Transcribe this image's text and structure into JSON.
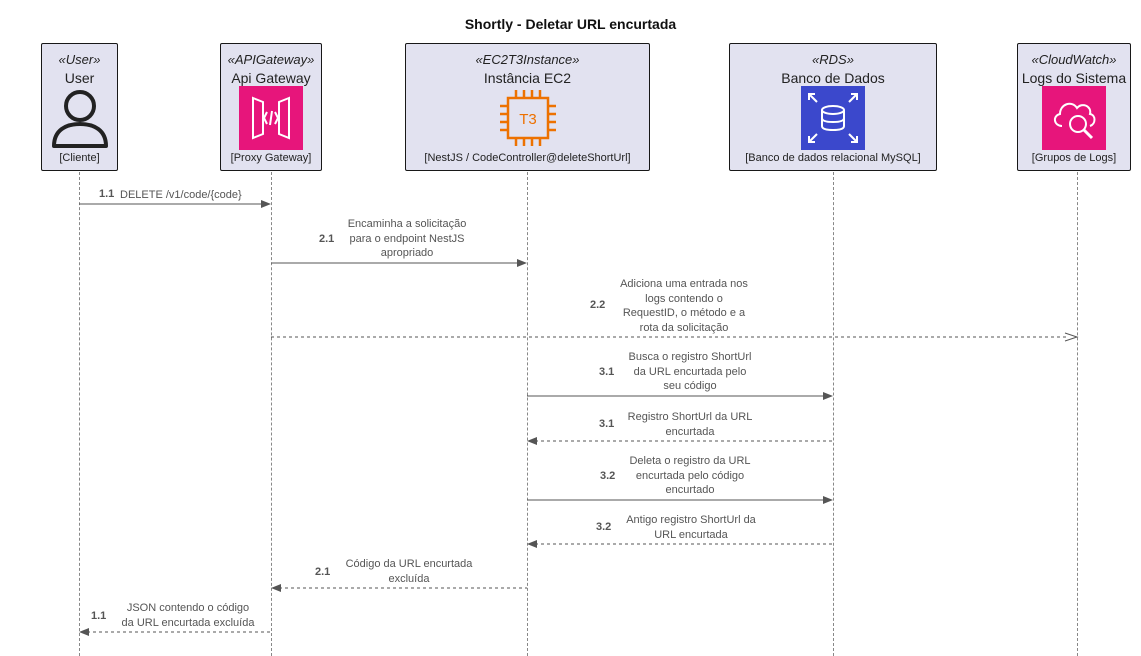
{
  "title": "Shortly - Deletar URL encurtada",
  "participants": [
    {
      "stereotype": "«User»",
      "name": "User",
      "desc": "[Cliente]",
      "icon": "user-icon"
    },
    {
      "stereotype": "«APIGateway»",
      "name": "Api Gateway",
      "desc": "[Proxy Gateway]",
      "icon": "api-gateway-icon"
    },
    {
      "stereotype": "«EC2T3Instance»",
      "name": "Instância EC2",
      "desc": "[NestJS / CodeController@deleteShortUrl]",
      "icon": "ec2-t3-icon",
      "icon_text": "T3"
    },
    {
      "stereotype": "«RDS»",
      "name": "Banco de Dados",
      "desc": "[Banco de dados relacional MySQL]",
      "icon": "rds-database-icon"
    },
    {
      "stereotype": "«CloudWatch»",
      "name": "Logs do Sistema",
      "desc": "[Grupos de Logs]",
      "icon": "cloudwatch-logs-icon"
    }
  ],
  "messages": [
    {
      "seq": "1.1",
      "lines": [
        "DELETE /v1/code/{code}"
      ]
    },
    {
      "seq": "2.1",
      "lines": [
        "Encaminha a solicitação",
        "para o endpoint NestJS",
        "apropriado"
      ]
    },
    {
      "seq": "2.2",
      "lines": [
        "Adiciona uma entrada nos",
        "logs contendo o",
        "RequestID, o método e a",
        "rota da solicitação"
      ]
    },
    {
      "seq": "3.1",
      "lines": [
        "Busca o registro ShortUrl",
        "da URL encurtada pelo",
        "seu código"
      ]
    },
    {
      "seq": "3.1",
      "lines": [
        "Registro ShortUrl da URL",
        "encurtada"
      ]
    },
    {
      "seq": "3.2",
      "lines": [
        "Deleta o registro da URL",
        "encurtada pelo código",
        "encurtado"
      ]
    },
    {
      "seq": "3.2",
      "lines": [
        "Antigo registro ShortUrl da",
        "URL encurtada"
      ]
    },
    {
      "seq": "2.1",
      "lines": [
        "Código da URL encurtada",
        "excluída"
      ]
    },
    {
      "seq": "1.1",
      "lines": [
        "JSON contendo o código",
        "da URL encurtada excluída"
      ]
    }
  ],
  "colors": {
    "participant_bg": "#e2e2f0",
    "api_gateway": "#e7157b",
    "ec2": "#ed7100",
    "rds": "#3b48cc",
    "cloudwatch": "#e7157b"
  }
}
